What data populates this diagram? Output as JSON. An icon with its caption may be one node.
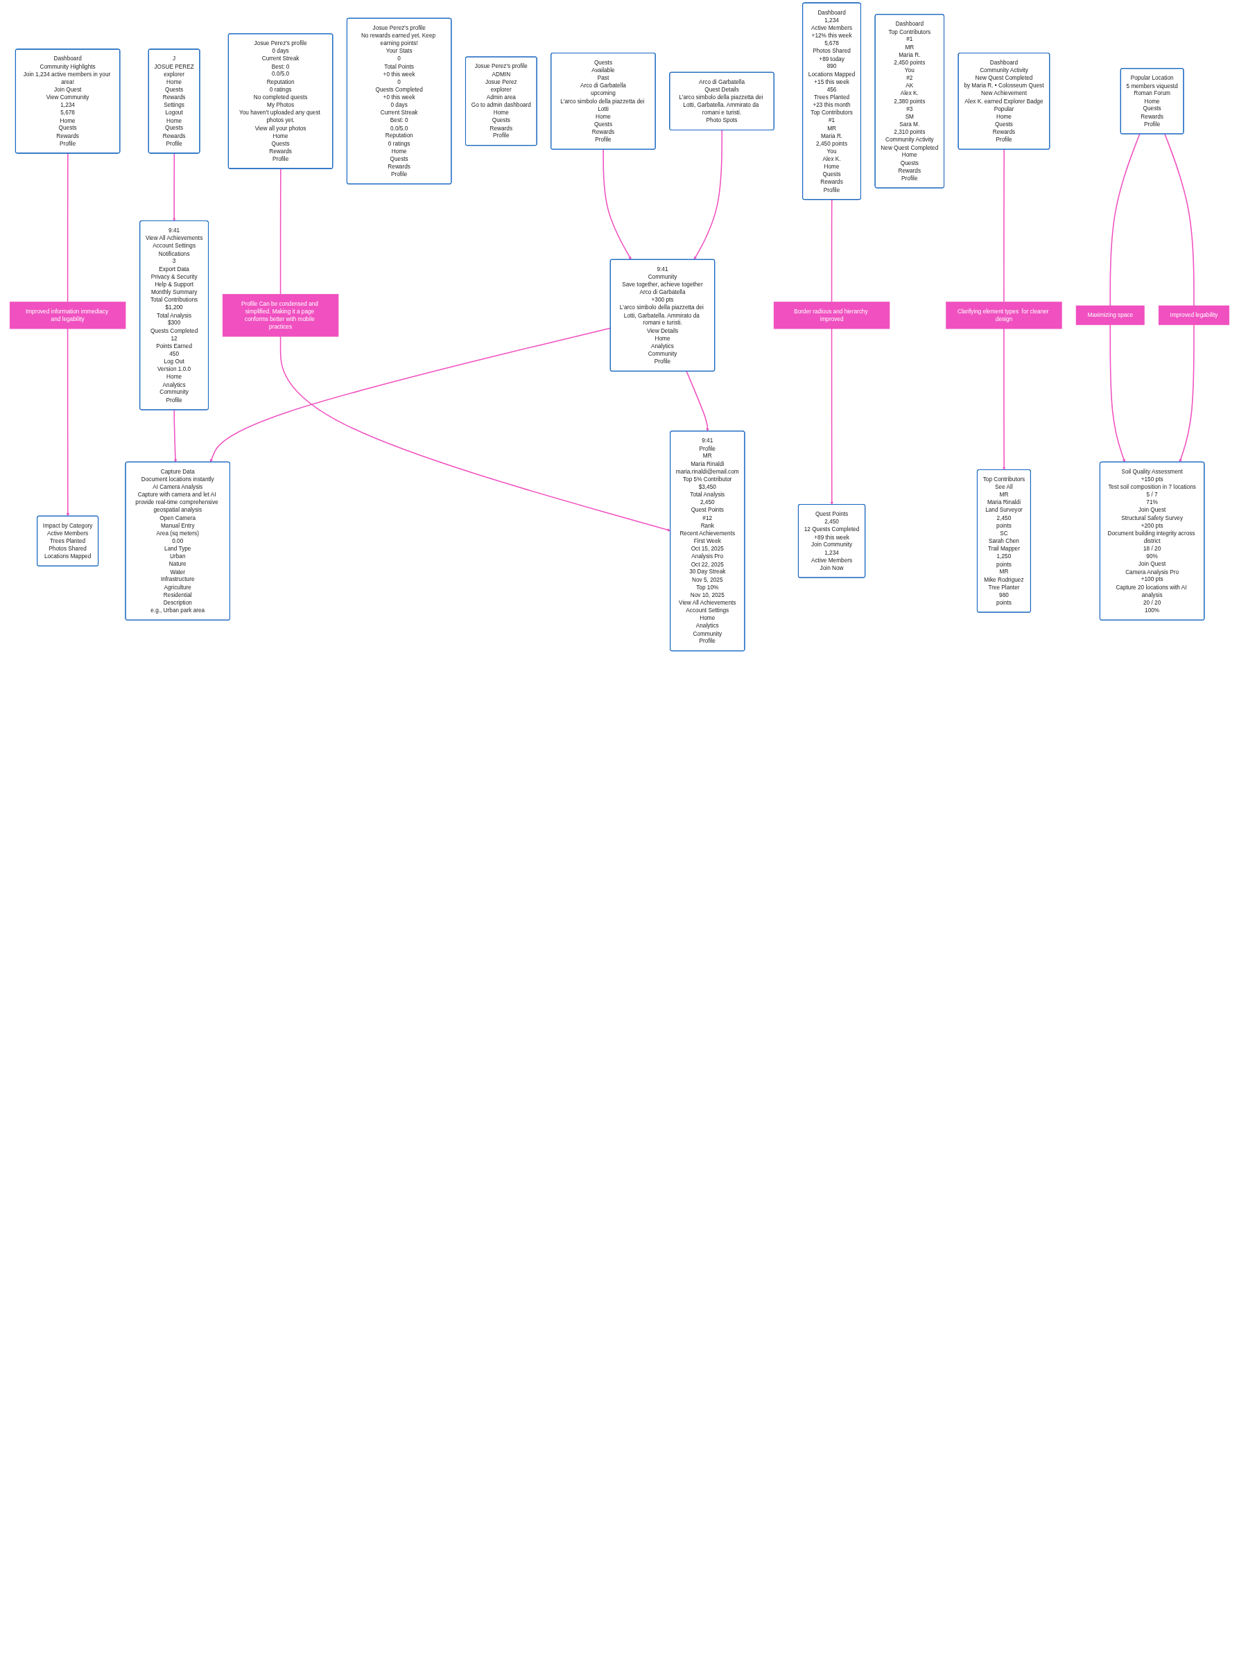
{
  "diagram": {
    "nodes": [
      {
        "text": [
          "Impact by Category",
          "Active Members",
          "Trees Planted",
          "Photos Shared",
          "Locations Mapped"
        ]
      },
      {
        "text": [
          "Improved information immediacy and legability"
        ]
      },
      {
        "text": [
          "Dashboard",
          "Community Highlights",
          "Join 1,234 active members in your area!",
          "Join Quest",
          "View Community",
          "1,234",
          "5,678",
          "Home",
          "Quests",
          "Rewards",
          "Profile"
        ]
      },
      {
        "text": [
          "J",
          "JOSUE PEREZ",
          "explorer",
          "Home",
          "Quests",
          "Rewards",
          "Settings",
          "Logout",
          "Home",
          "Quests",
          "Rewards",
          "Profile"
        ]
      },
      {
        "text": [
          "Josue Perez's profile",
          "0 days",
          "Current Streak",
          "Best: 0",
          "0.0/5.0",
          "Reputation",
          "0 ratings",
          "No completed quests",
          "My Photos",
          "You haven't uploaded any quest photos yet.",
          "View all your photos",
          "Home",
          "Quests",
          "Rewards",
          "Profile"
        ]
      },
      {
        "text": [
          "Profile Can be condensed and simplified. Making it a page conforms better with mobile practices"
        ]
      },
      {
        "text": [
          "Josue Perez's profile",
          "No rewards earned yet. Keep earning points!",
          "Your Stats",
          "0",
          "Total Points",
          "+0 this week",
          "0",
          "Quests Completed",
          "+0 this week",
          "0 days",
          "Current Streak",
          "Best: 0",
          "0.0/5.0",
          "Reputation",
          "0 ratings",
          "Home",
          "Quests",
          "Rewards",
          "Profile"
        ]
      },
      {
        "text": [
          "Josue Perez's profile",
          "ADMIN",
          "Josue Perez",
          "explorer",
          "Admin area",
          "Go to admin dashboard",
          "Home",
          "Quests",
          "Rewards",
          "Profile"
        ]
      },
      {
        "text": [
          "9:41",
          "Profile",
          "MR",
          "Maria Rinaldi",
          "maria.rinaldi@email.com",
          "Top 5% Contributor",
          "$3,450",
          "Total Analysis",
          "2,450",
          "Quest Points",
          "#12",
          "Rank",
          "Recent Achievements",
          "First Week",
          "Oct 15, 2025",
          "Analysis Pro",
          "Oct 22, 2025",
          "30 Day Streak",
          "Nov 5, 2025",
          "Top 10%",
          "Nov 10, 2025",
          "View All Achievements",
          "Account Settings",
          "Home",
          "Analytics",
          "Community",
          "Profile"
        ]
      },
      {
        "text": [
          "Quests",
          "Available",
          "Past",
          "Arco di Garbatella",
          "upcoming",
          "L'arco simbolo della piazzetta dei Lotti",
          "Home",
          "Quests",
          "Rewards",
          "Profile"
        ]
      },
      {
        "text": [
          "Arco di Garbatella",
          "Quest Details",
          "L'arco simbolo della piazzetta dei Lotti, Garbatella. Ammirato da romani e turisti.",
          "Photo Spots"
        ]
      },
      {
        "text": [
          "Border radious and hierarchy improved"
        ]
      },
      {
        "text": [
          "Quest Points",
          "2,450",
          "12 Quests Completed",
          "+89 this week",
          "Join Community",
          "1,234",
          "Active Members",
          "Join Now"
        ]
      },
      {
        "text": [
          "Dashboard",
          "1,234",
          "Active Members",
          "+12% this week",
          "5,678",
          "Photos Shared",
          "+89 today",
          "890",
          "Locations Mapped",
          "+15 this week",
          "456",
          "Trees Planted",
          "+23 this month",
          "Top Contributors",
          "#1",
          "MR",
          "Maria R.",
          "2,450 points",
          "You",
          "Alex K.",
          "Home",
          "Quests",
          "Rewards",
          "Profile"
        ]
      },
      {
        "text": [
          "9:41",
          "View All Achievements",
          "Account Settings",
          "Notifications",
          "3",
          "Export Data",
          "Privacy & Security",
          "Help & Support",
          "Monthly Summary",
          "Total Contributions",
          "$1,200",
          "Total Analysis",
          "$300",
          "Quests Completed",
          "12",
          "Points Earned",
          "450",
          "Log Out",
          "Version 1.0.0",
          "Home",
          "Analytics",
          "Community",
          "Profile"
        ]
      },
      {
        "text": [
          "9:41",
          "Community",
          "Save together, achieve together",
          "Arco di Garbatella",
          "+300 pts",
          "L'arco simbolo della piazzetta dei Lotti, Garbatella. Ammirato da romani e turisti.",
          "View Details",
          "Home",
          "Analytics",
          "Community",
          "Profile"
        ]
      },
      {
        "text": [
          "Dashboard",
          "Top Contributors",
          "#1",
          "MR",
          "Maria R.",
          "2,450 points",
          "You",
          "#2",
          "AK",
          "Alex K.",
          "2,380 points",
          "#3",
          "SM",
          "Sara M.",
          "2,310 points",
          "Community Activity",
          "New Quest Completed",
          "Home",
          "Quests",
          "Rewards",
          "Profile"
        ]
      },
      {
        "text": [
          "Capture Data",
          "Document locations instantly",
          "AI Camera Analysis",
          "Capture with camera and let AI provide real-time comprehensive geospatial analysis",
          "Open Camera",
          "Manual Entry",
          "Area (sq meters)",
          "0.00",
          "Land Type",
          "Urban",
          "Nature",
          "Water",
          "Infrastructure",
          "Agriculture",
          "Residential",
          "Description",
          "e.g., Urban park area"
        ]
      },
      {
        "text": [
          "Top Contributors",
          "See All",
          "MR",
          "Maria Rinaldi",
          "Land Surveyor",
          "2,450",
          "points",
          "SC",
          "Sarah Chen",
          "Trail Mapper",
          "1,250",
          "points",
          "MR",
          "Mike Rodriguez",
          "Tree Planter",
          "980",
          "points"
        ]
      },
      {
        "text": [
          "Clarifying element types  for cleaner design"
        ]
      },
      {
        "text": [
          "Dashboard",
          "Community Activity",
          "New Quest Completed",
          "by Maria R. • Colosseum Quest",
          "New Achievement",
          "Alex K. earned Explorer Badge",
          "Popular",
          "Home",
          "Quests",
          "Rewards",
          "Profile"
        ]
      },
      {
        "text": [
          "Soil Quality Assessment",
          "+150 pts",
          "Test soil composition in 7 locations",
          "5 / 7",
          "71%",
          "Join Quest",
          "Structural Safety Survey",
          "+200 pts",
          "Document building integrity across district",
          "18 / 20",
          "90%",
          "Join Quest",
          "Camera Analysis Pro",
          "+100 pts",
          "Capture 20 locations with AI analysis",
          "20 / 20",
          "100%"
        ]
      },
      {
        "text": [
          "Maximizing space"
        ]
      },
      {
        "text": [
          "Improved legability"
        ]
      },
      {
        "text": [
          "Popular Location",
          "5 members viquestd",
          "Roman Forum",
          "Home",
          "Quests",
          "Rewards",
          "Profile"
        ]
      }
    ],
    "edges": [
      {
        "from": 2,
        "to": 1,
        "arrow": "none"
      },
      {
        "from": 1,
        "to": 0,
        "arrow": "to"
      },
      {
        "from": 4,
        "to": 5,
        "arrow": "none"
      },
      {
        "from": 5,
        "to": 8,
        "arrow": "to"
      },
      {
        "from": 13,
        "to": 11,
        "arrow": "none"
      },
      {
        "from": 11,
        "to": 12,
        "arrow": "to"
      },
      {
        "from": 3,
        "to": 14,
        "arrow": "to"
      },
      {
        "from": 9,
        "to": 15,
        "arrow": "to"
      },
      {
        "from": 10,
        "to": 15,
        "arrow": "to"
      },
      {
        "from": 15,
        "to": 8,
        "arrow": "to"
      },
      {
        "from": 14,
        "to": 17,
        "arrow": "to"
      },
      {
        "from": 15,
        "to": 17,
        "arrow": "to"
      },
      {
        "from": 20,
        "to": 19,
        "arrow": "none"
      },
      {
        "from": 19,
        "to": 18,
        "arrow": "to"
      },
      {
        "from": 24,
        "to": 22,
        "arrow": "none"
      },
      {
        "from": 22,
        "to": 21,
        "arrow": "to"
      },
      {
        "from": 24,
        "to": 23,
        "arrow": "none"
      },
      {
        "from": 23,
        "to": 21,
        "arrow": "to"
      }
    ]
  }
}
